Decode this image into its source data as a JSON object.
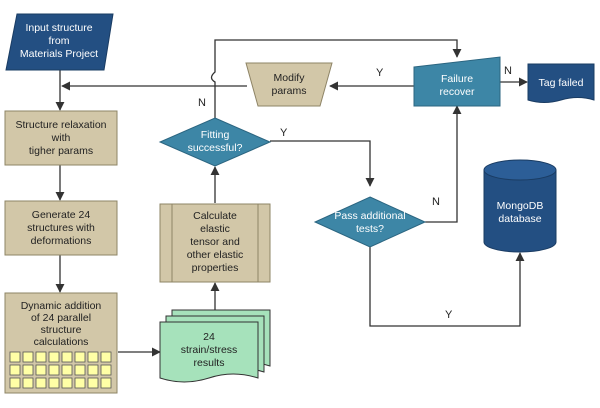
{
  "nodes": {
    "input": [
      "Input structure",
      "from",
      "Materials Project"
    ],
    "relax": [
      "Structure relaxation",
      "with",
      "tigher params"
    ],
    "generate": [
      "Generate 24",
      "structures with",
      "deformations"
    ],
    "dynamic": [
      "Dynamic addition",
      "of 24 parallel",
      "structure",
      "calculations"
    ],
    "strain": [
      "24",
      "strain/stress",
      "results"
    ],
    "calculate": [
      "Calculate",
      "elastic",
      "tensor and",
      "other elastic",
      "properties"
    ],
    "fitting": [
      "Fitting",
      "successful?"
    ],
    "modify": [
      "Modify",
      "params"
    ],
    "failure": [
      "Failure",
      "recover"
    ],
    "tagfailed": [
      "Tag failed"
    ],
    "pass": [
      "Pass additional",
      "tests?"
    ],
    "mongo": [
      "MongoDB",
      "database"
    ]
  },
  "edge_labels": {
    "fitting_no": "N",
    "fitting_yes": "Y",
    "failure_modify": "Y",
    "failure_tag": "N",
    "pass_no": "N",
    "pass_yes": "Y"
  },
  "colors": {
    "tan_fill": "#d2c7a8",
    "tan_stroke": "#8e8466",
    "blue_fill": "#3d86a6",
    "navy_fill": "#234f82",
    "green_fill": "#a6e2bb",
    "yellow_cell": "#ffffa6"
  }
}
